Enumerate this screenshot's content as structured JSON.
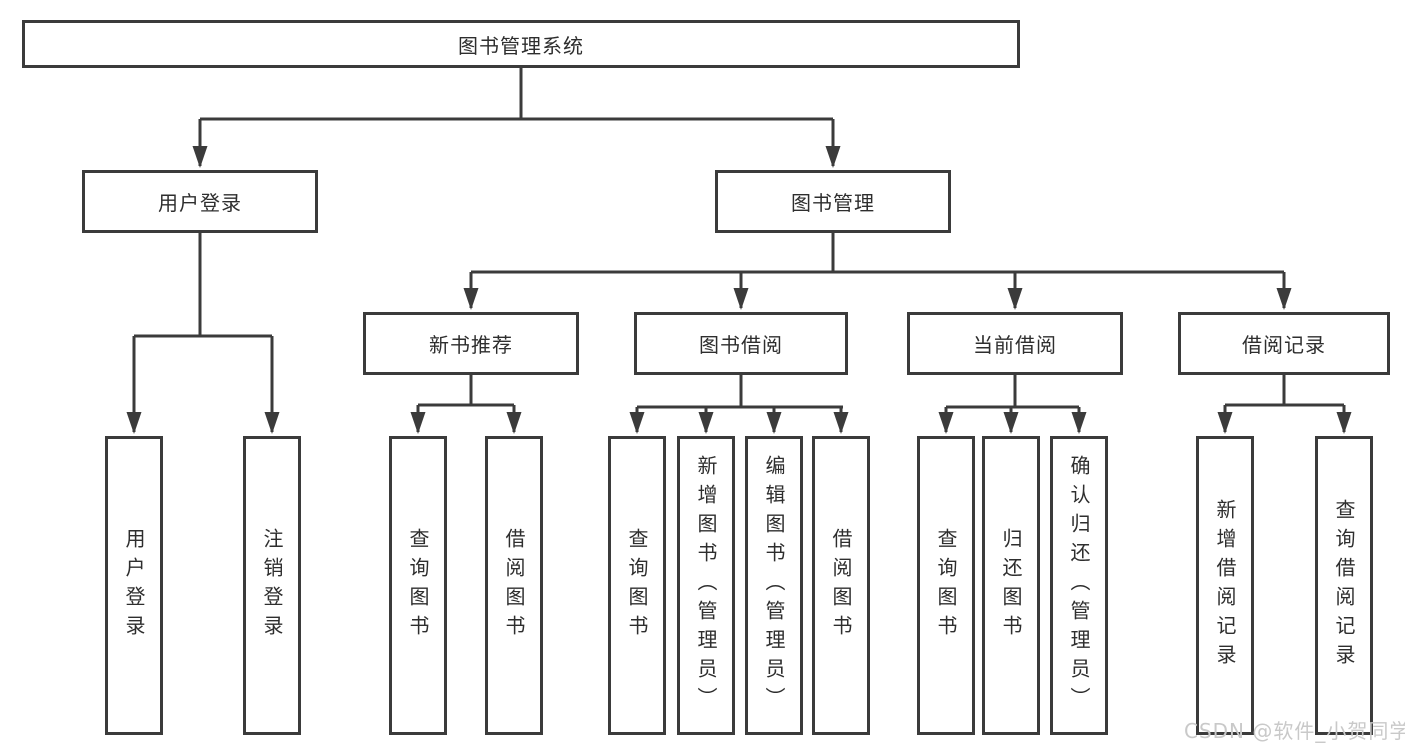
{
  "tree": {
    "label": "图书管理系统",
    "children": [
      {
        "label": "用户登录",
        "children": [
          {
            "label": "用户登录"
          },
          {
            "label": "注销登录"
          }
        ]
      },
      {
        "label": "图书管理",
        "children": [
          {
            "label": "新书推荐",
            "children": [
              {
                "label": "查询图书"
              },
              {
                "label": "借阅图书"
              }
            ]
          },
          {
            "label": "图书借阅",
            "children": [
              {
                "label": "查询图书"
              },
              {
                "label": "新增图书（管理员）"
              },
              {
                "label": "编辑图书（管理员）"
              },
              {
                "label": "借阅图书"
              }
            ]
          },
          {
            "label": "当前借阅",
            "children": [
              {
                "label": "查询图书"
              },
              {
                "label": "归还图书"
              },
              {
                "label": "确认归还（管理员）"
              }
            ]
          },
          {
            "label": "借阅记录",
            "children": [
              {
                "label": "新增借阅记录"
              },
              {
                "label": "查询借阅记录"
              }
            ]
          }
        ]
      }
    ]
  },
  "watermark": "CSDN @软件_小贺同学",
  "colors": {
    "line": "#3b3b3b",
    "text": "#2e2e2e",
    "box_background": "#ffffff",
    "watermark": "#c9c9c9"
  }
}
